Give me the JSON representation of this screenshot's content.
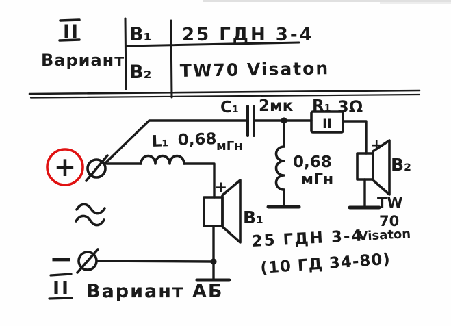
{
  "title_table": {
    "variant_numeral": "II",
    "variant_label": "Вариант",
    "rows": [
      {
        "designator": "B₁",
        "model": "25 ГДН 3-4"
      },
      {
        "designator": "B₂",
        "model": "TW70 Visaton"
      }
    ]
  },
  "components": {
    "c1": {
      "designator": "C₁",
      "value": "2мк"
    },
    "r1": {
      "designator": "R₁",
      "value": "3Ω",
      "marking": "II"
    },
    "l1": {
      "designator": "L₁",
      "value": "0,68",
      "unit": "мГн"
    },
    "l2": {
      "value": "0,68",
      "unit": "мГн"
    },
    "b1": {
      "designator": "B₁",
      "polarity": "+",
      "model": "25 ГДН 3-4",
      "model_alt": "(10 ГД 34-80)"
    },
    "b2": {
      "designator": "B₂",
      "polarity": "+",
      "model_lines": [
        "TW",
        "70",
        "Visaton"
      ]
    }
  },
  "input_terminals": {
    "plus": "+",
    "minus": "−",
    "ac_symbol": "≈"
  },
  "footer": {
    "variant_numeral": "II",
    "variant_label": "Вариант АБ"
  },
  "colors": {
    "ink": "#1a1a1a",
    "highlight_red": "#e01212",
    "paper": "#fefefe"
  }
}
